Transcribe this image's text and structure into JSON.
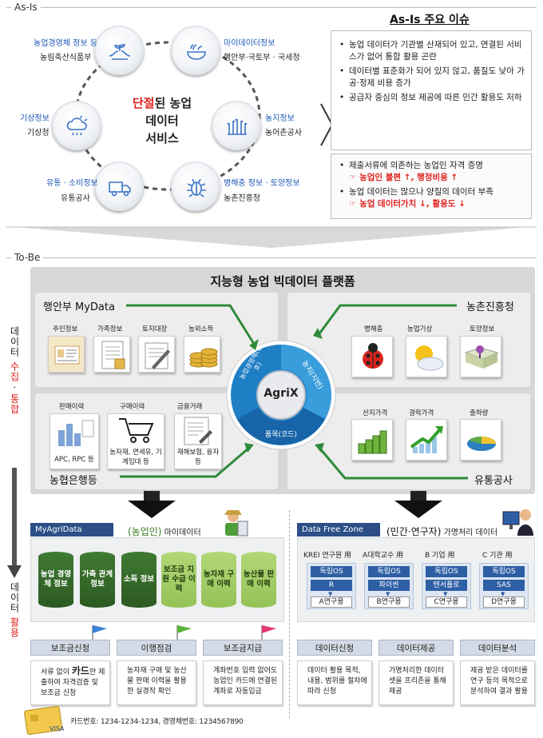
{
  "asis": {
    "label": "As-Is",
    "center": {
      "red": "단절",
      "line1_rest": "된 농업",
      "line2": "데이터",
      "line3": "서비스"
    },
    "nodes": [
      {
        "blue": "농업경영체 정보 등",
        "dark": "농림축산식품부",
        "icon": "hands-plant-icon"
      },
      {
        "blue": "마이데이터정보",
        "dark": "행안부·국토부 · 국세청",
        "icon": "bowl-icon"
      },
      {
        "blue": "농지정보",
        "dark": "농어촌공사",
        "icon": "crop-icon"
      },
      {
        "blue": "병해충 정보 · 토양정보",
        "dark": "농촌진흥청",
        "icon": "bug-icon"
      },
      {
        "blue": "유통 · 소비정보",
        "dark": "유통공사",
        "icon": "truck-icon"
      },
      {
        "blue": "기상정보",
        "dark": "기상청",
        "icon": "weather-icon"
      }
    ],
    "issues": {
      "title": "As-Is 주요 이슈",
      "list1": [
        "농업 데이터가 기관별 산재되어 있고, 연결된 서비스가 없어 통합 활용 곤란",
        "데이터별 표준화가 되어 있지 않고, 품질도 낮아 가공·정제 비용 증가",
        "공급자 중심의 정보 제공에 따른 민간 활용도 저하"
      ],
      "list2": [
        {
          "text": "제출서류에 의존하는 농업인 자격 증명",
          "red": "☞ 농업인 불편 ↑, 행정비용 ↑"
        },
        {
          "text": "농업 데이터는 많으나 양질의 데이터 부족",
          "red": "☞ 농업 데이터가치 ↓, 활용도 ↓"
        }
      ]
    }
  },
  "tobe": {
    "label": "To-Be",
    "side_top": {
      "a": "데이터 ",
      "b": "수집",
      "c": " · ",
      "d": "통합"
    },
    "side_bottom": {
      "a": "데이터 ",
      "b": "활용"
    },
    "platform_title": "지능형 농업 빅데이터 플랫폼",
    "mydata": {
      "title": "행안부 MyData",
      "items": [
        "주민정보",
        "가족정보",
        "토지대장",
        "농외소득"
      ]
    },
    "rda": {
      "title": "농촌진흥청",
      "items": [
        "병해충",
        "농업기상",
        "토양정보"
      ]
    },
    "bank": {
      "title": "농협은행등",
      "items": [
        "판매이력",
        "구매이력",
        "금융거래"
      ],
      "subs": [
        "APC, RPC 등",
        "농자재, 면세유, 기계임대 등",
        "재해보험, 융자 등"
      ]
    },
    "at": {
      "title": "유통공사",
      "items": [
        "산지가격",
        "경락가격",
        "출하량"
      ]
    },
    "agrix": {
      "center": "AgriX",
      "seg1": "농업경영체(번호)",
      "seg2": "농지(지번)",
      "seg3": "품목(코드)"
    },
    "myagri": {
      "tag": "MyAgriData",
      "sub_paren": "(농업인)",
      "sub_rest": " 마이데이터",
      "cyl": [
        "농업 경영체 정보",
        "가축 관계 정보",
        "소득 정보",
        "보조금 지원 수급 이력",
        "농자재 구매 이력",
        "농산물 판매 이력"
      ],
      "buttons": [
        "보조금신청",
        "이행점검",
        "보조금지급"
      ],
      "notes": [
        {
          "pre": "서류 없이 ",
          "big": "카드",
          "post": "만 제출하여 자격검증 및 보조금 신청"
        },
        {
          "pre": "농자재 구매 및 농산물 판매 이력을 활용한 실경작 확인",
          "big": "",
          "post": ""
        },
        {
          "pre": "계좌번호 입력 없어도 농업인 카드에 연결된 계좌로 자동입금",
          "big": "",
          "post": ""
        }
      ],
      "card_caption": "카드번호: 1234-1234-1234, 경영체번호: 1234567890"
    },
    "freezone": {
      "tag": "Data Free Zone",
      "sub_paren": "(민간·연구자)",
      "sub_rest": " 가명처리 데이터",
      "users": [
        {
          "head": "KREI 연구원 用",
          "os": "독립OS",
          "tool": "R",
          "use": "A연구용"
        },
        {
          "head": "A대학교수 用",
          "os": "독립OS",
          "tool": "파이썬",
          "use": "B연구용"
        },
        {
          "head": "B 기업 用",
          "os": "독립OS",
          "tool": "텐서플로",
          "use": "C연구용"
        },
        {
          "head": "C 기관 用",
          "os": "독립OS",
          "tool": "SAS",
          "use": "D연구용"
        }
      ],
      "buttons": [
        "데이터신청",
        "데이터제공",
        "데이터분석"
      ],
      "notes": [
        "데이터 활용 목적, 내용, 범위를 절차에 따라 신청",
        "가명처리한 데이터셋을 프리존을 통해 제공",
        "제공 받은 데이터를 연구 등의 목적으로 분석하여 결과 활용"
      ]
    },
    "colors": {
      "agrix_blue": "#1f7fc4",
      "green_cyl": "#3f7a32",
      "light_cyl": "#a6cf6a"
    }
  }
}
